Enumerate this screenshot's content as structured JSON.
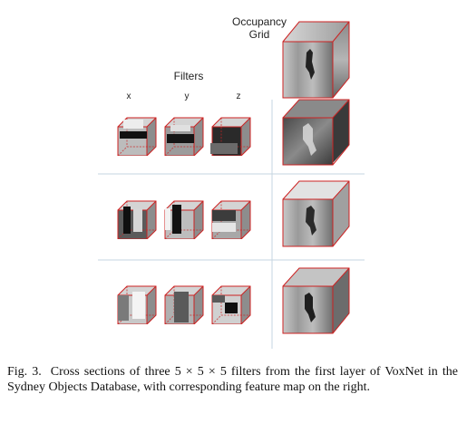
{
  "figure": {
    "occupancy_grid_label_line1": "Occupancy",
    "occupancy_grid_label_line2": "Grid",
    "filters_label": "Filters",
    "axis_labels": [
      "x",
      "y",
      "z"
    ]
  },
  "caption": {
    "figure_number": "Fig. 3.",
    "text": "Cross sections of three 5 × 5 × 5 filters from the first layer of VoxNet in the Sydney Objects Database, with corresponding feature map on the right."
  }
}
